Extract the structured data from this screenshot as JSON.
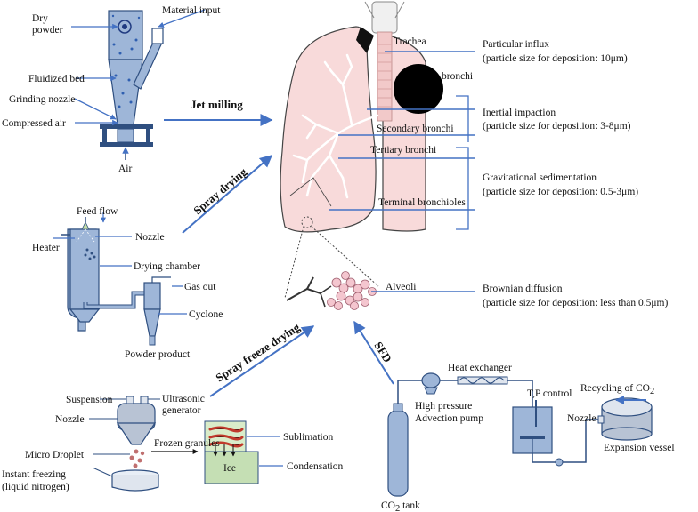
{
  "labels": {
    "dry_powder_1": "Dry",
    "dry_powder_2": "powder",
    "material_input": "Material input",
    "fluidized_bed": "Fluidized bed",
    "grinding_nozzle": "Grinding nozzle",
    "compressed_air": "Compressed air",
    "air": "Air",
    "jet_milling": "Jet milling",
    "spray_drying": "Spray drying",
    "feed_flow": "Feed flow",
    "nozzle": "Nozzle",
    "heater": "Heater",
    "drying_chamber": "Drying chamber",
    "gas_out": "Gas out",
    "cyclone": "Cyclone",
    "powder_product": "Powder product",
    "spray_freeze_drying": "Spray freeze drying",
    "suspension": "Suspension",
    "ultrasonic_1": "Ultrasonic",
    "ultrasonic_2": "generator",
    "sfd_nozzle": "Nozzle",
    "micro_droplet": "Micro Droplet",
    "frozen_granules": "Frozen granules",
    "instant_freezing_1": "Instant freezing",
    "instant_freezing_2": "(liquid nitrogen)",
    "sublimation": "Sublimation",
    "ice": "Ice",
    "condensation": "Condensation",
    "trachea": "Trachea",
    "bronchi": "bronchi",
    "secondary_bronchi": "Secondary bronchi",
    "tertiary_bronchi": "Tertiary  bronchi",
    "terminal_bronchioles": "Terminal bronchioles",
    "alveoli": "Alveoli",
    "sfd": "SFD",
    "heat_exchanger": "Heat exchanger",
    "high_pressure": "High pressure",
    "advection_pump": "Advection pump",
    "tp_control": "T,P control",
    "recycling_co2": "Recycling of CO",
    "recycling_sub": "2",
    "co2_nozzle": "Nozzle",
    "expansion_vessel": "Expansion vessel",
    "co2_tank": "CO",
    "co2_tank_sub": "2",
    "co2_tank_rest": " tank"
  },
  "mechanisms": [
    {
      "name": "Particular  influx",
      "detail": "(particle  size  for  deposition:  10μm)"
    },
    {
      "name": "Inertial  impaction",
      "detail": "(particle  size  for  deposition:  3-8μm)"
    },
    {
      "name": "Gravitational  sedimentation",
      "detail": "(particle  size  for  deposition:  0.5-3μm)"
    },
    {
      "name": "Brownian  diffusion",
      "detail": "(particle  size  for  deposition:  less  than  0.5μm)"
    }
  ],
  "colors": {
    "arrow": "#4472c4",
    "equipment": "#9eb6d8",
    "equipment_stroke": "#2f4f80",
    "lung": "#f8dada",
    "lung_stroke": "#444444",
    "trachea": "#f2c9c9",
    "ice_box": "#c5dfb4",
    "granule_box": "#d9ecc9",
    "granule": "#c0392b",
    "alveoli": "#f4c6cf"
  }
}
